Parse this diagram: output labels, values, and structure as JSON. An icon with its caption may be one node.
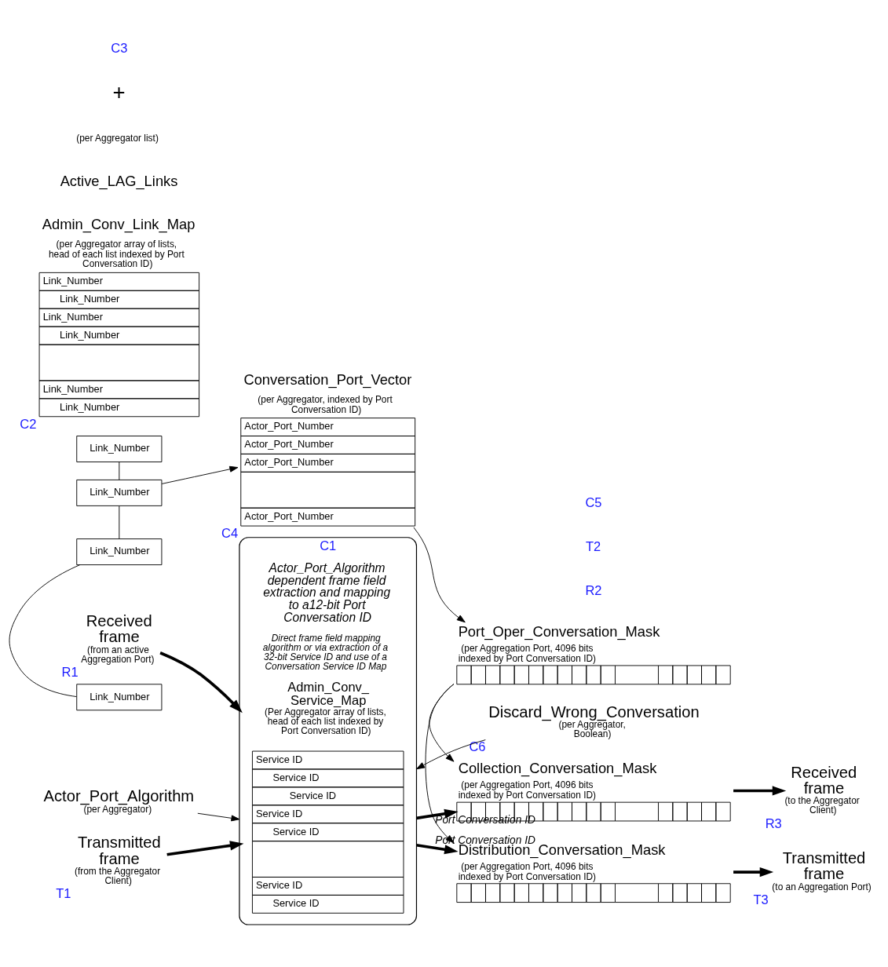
{
  "diagram": {
    "nodes": [
      {
        "text": [
          "Actor_Port_Algorithm",
          "(per Aggregator)"
        ]
      },
      {
        "text": [
          "Actor_Port_Algorithm dependent frame field extraction and mapping to a12-bit Port Conversation ID",
          "Direct frame field mapping algorithm or via extraction of a 32-bit Service ID and use of a Conversation Service ID Map",
          "Admin_Conv_ Service_Map",
          "(Per Aggregator array of lists, head of each list indexed by Port Conversation ID)"
        ],
        "beside": [
          "C1"
        ]
      },
      {
        "text": [
          "Service ID",
          "Service ID",
          "Service ID",
          "Service ID",
          "Service ID",
          "Service ID",
          "Service ID"
        ],
        "in": 1
      },
      {
        "text": [
          "Received frame",
          "(from an active Aggregation Port)"
        ],
        "beside": [
          "R1"
        ]
      },
      {
        "text": [
          "Transmitted frame",
          "(from the Aggregator Client)"
        ],
        "beside": [
          "T1"
        ]
      },
      {
        "text": [
          "Collection_Conversation_Mask",
          "(per Aggregation Port, 4096 bits indexed by Port Conversation ID)"
        ]
      },
      {
        "text": [
          "Discard_Wrong_Conversation",
          "(per Aggregator, Boolean)"
        ],
        "beside": [
          "C6"
        ]
      },
      {
        "text": [
          "Received frame",
          "(to the Aggregator Client)"
        ],
        "beside": [
          "R3"
        ]
      },
      {
        "text": [
          "Distribution_Conversation_Mask",
          "(per Aggregation Port, 4096 bits indexed by Port Conversation ID)"
        ]
      },
      {
        "text": [
          "Transmitted frame",
          "(to an Aggregation Port)"
        ],
        "beside": [
          "T3"
        ]
      },
      {
        "text": [
          "Port_Oper_Conversation_Mask",
          "(per Aggregation Port, 4096 bits indexed by Port Conversation ID)"
        ]
      },
      {
        "text": [
          "Conversation_Port_Vector",
          "(per Aggregator, indexed by Port Conversation ID)",
          "Actor_Port_Number",
          "Actor_Port_Number",
          "Actor_Port_Number",
          "Actor_Port_Number"
        ],
        "beside": [
          "C4"
        ]
      },
      {
        "text": [
          "Admin_Conv_Link_Map",
          "(per Aggregator array of lists, head of each list indexed by Port Conversation ID)",
          "Link_Number",
          "Link_Number",
          "Link_Number",
          "Link_Number",
          "Link_Number",
          "Link_Number"
        ],
        "beside": [
          "C2"
        ]
      },
      {
        "text": [
          "Link_Number"
        ]
      },
      {
        "text": [
          "Link_Number"
        ]
      },
      {
        "text": [
          "Link_Number"
        ]
      },
      {
        "text": [
          "Link_Number"
        ]
      }
    ],
    "edges": [
      {
        "from": 0,
        "to": 1,
        "arrow": "to"
      },
      {
        "from": 3,
        "to": 1,
        "arrow": "to",
        "style": "thick"
      },
      {
        "from": 4,
        "to": 1,
        "arrow": "to",
        "style": "thick"
      },
      {
        "from": 1,
        "to": 5,
        "arrow": "to",
        "label": "Port Conversation ID",
        "style": "thick"
      },
      {
        "from": 5,
        "to": 7,
        "arrow": "to",
        "style": "thick"
      },
      {
        "from": 6,
        "to": 1,
        "arrow": "to"
      },
      {
        "from": 10,
        "to": 5,
        "arrow": "to"
      },
      {
        "from": 1,
        "to": 8,
        "arrow": "to",
        "label": "Port Conversation ID",
        "style": "thick"
      },
      {
        "from": 8,
        "to": 9,
        "arrow": "to",
        "style": "thick"
      },
      {
        "from": 10,
        "to": 8,
        "arrow": "to"
      },
      {
        "from": 11,
        "to": 10,
        "arrow": "to"
      },
      {
        "from": 13,
        "to": 14,
        "arrow": "none"
      },
      {
        "from": 14,
        "to": 15,
        "arrow": "none"
      },
      {
        "from": 15,
        "to": 16,
        "arrow": "none"
      },
      {
        "from": 14,
        "to": 11,
        "arrow": "to"
      }
    ],
    "labels": [
      "R2",
      "T2",
      "C5",
      "Active_LAG_Links",
      "(per Aggregator list)",
      "+",
      "C3"
    ]
  }
}
